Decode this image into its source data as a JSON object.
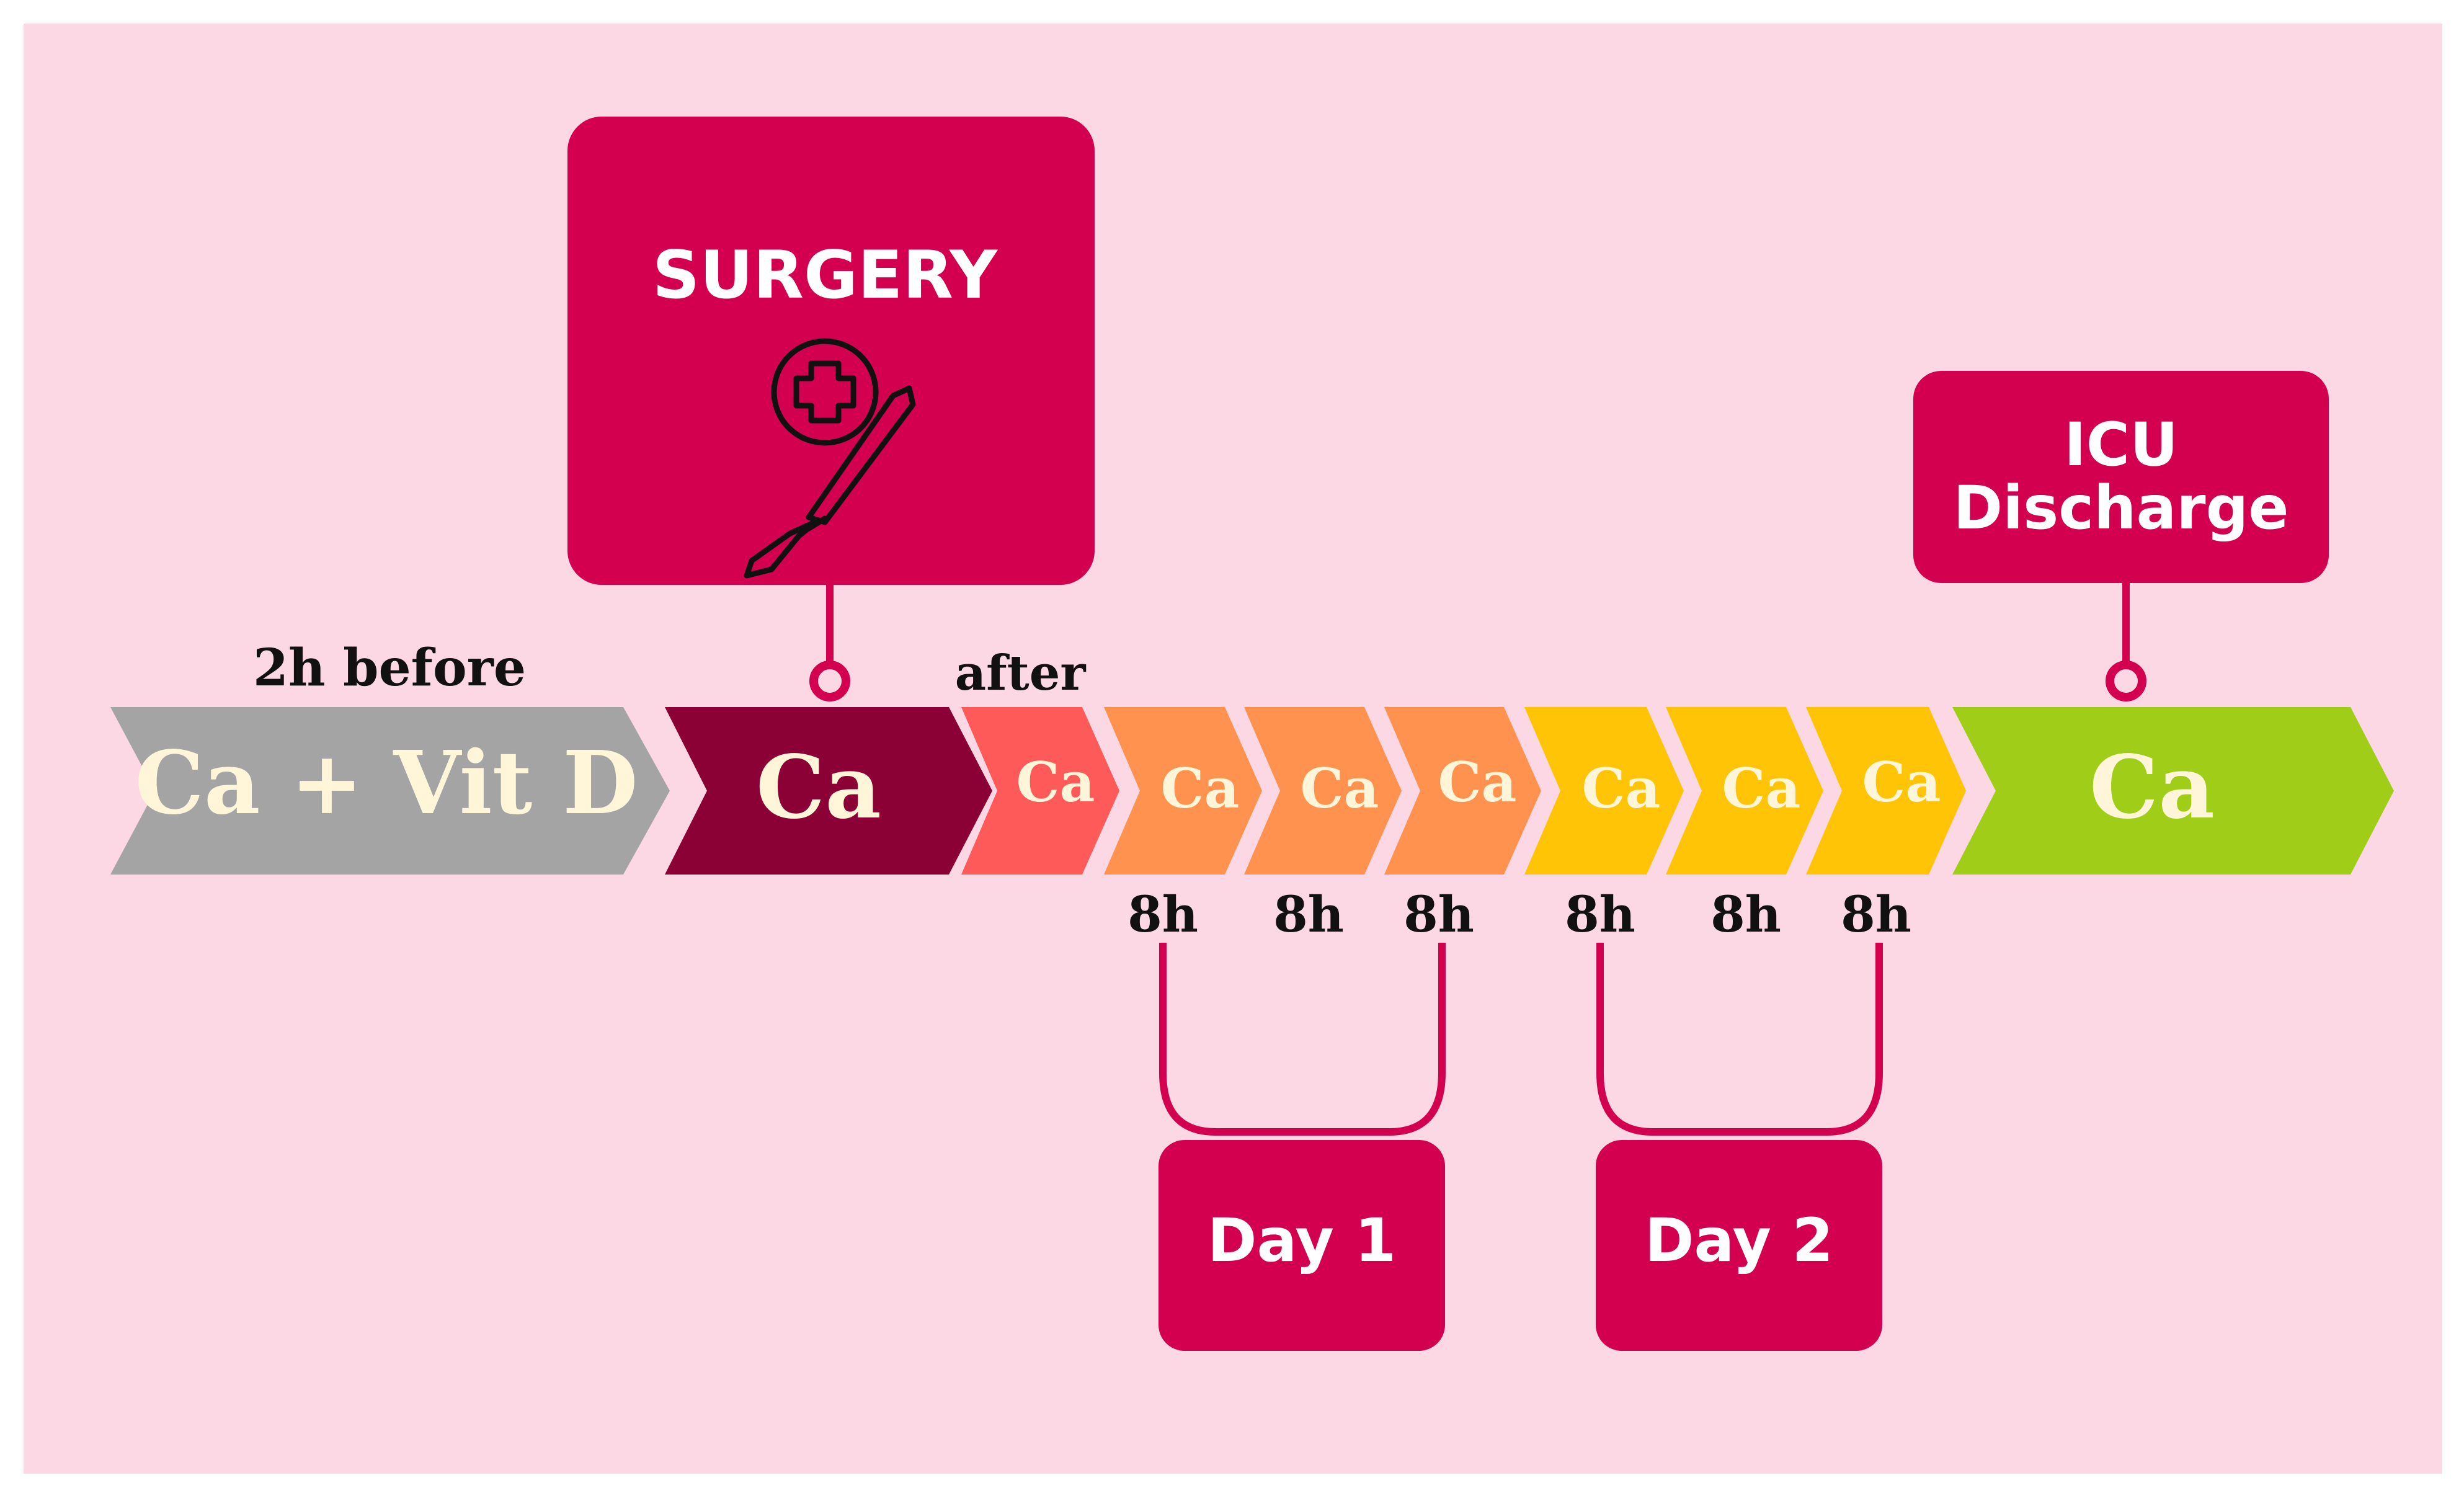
{
  "colors": {
    "background": "#fcd8e4",
    "primary": "#d3004f",
    "gray": "#a4a4a4",
    "maroon": "#8b0035",
    "coral": "#ff5a5a",
    "orange": "#ff924e",
    "yellow": "#ffc405",
    "green": "#9fcd18",
    "cream": "#fff5d8",
    "ink": "#111111"
  },
  "surgery": {
    "title": "SURGERY",
    "icon": "surgery-scalpel-icon"
  },
  "icu": {
    "line1": "ICU",
    "line2": "Discharge"
  },
  "labels": {
    "before": "2h before",
    "after": "after"
  },
  "timeline": [
    {
      "label": "Ca + Vit D",
      "color": "gray"
    },
    {
      "label": "Ca",
      "color": "maroon"
    },
    {
      "label": "Ca",
      "color": "coral"
    },
    {
      "label": "Ca",
      "color": "orange"
    },
    {
      "label": "Ca",
      "color": "orange"
    },
    {
      "label": "Ca",
      "color": "orange"
    },
    {
      "label": "Ca",
      "color": "yellow"
    },
    {
      "label": "Ca",
      "color": "yellow"
    },
    {
      "label": "Ca",
      "color": "yellow"
    },
    {
      "label": "Ca",
      "color": "green"
    }
  ],
  "intervals": [
    "8h",
    "8h",
    "8h",
    "8h",
    "8h",
    "8h"
  ],
  "days": [
    "Day 1",
    "Day 2"
  ]
}
